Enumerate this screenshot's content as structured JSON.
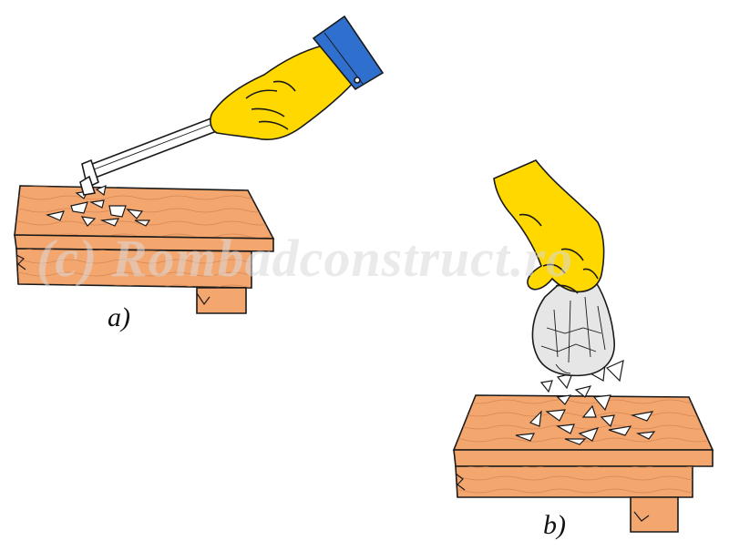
{
  "figure": {
    "labels": {
      "a": "a)",
      "b": "b)"
    },
    "watermark": "(c) Rombadconstruct.ro"
  },
  "colors": {
    "wood": "#f4a66f",
    "glove": "#ffd800",
    "cuff": "#2f6fce",
    "outline": "#1a1a1a",
    "shard": "#ffffff",
    "bag": "#e6e6e6",
    "watermark": "#d9d9d9"
  }
}
